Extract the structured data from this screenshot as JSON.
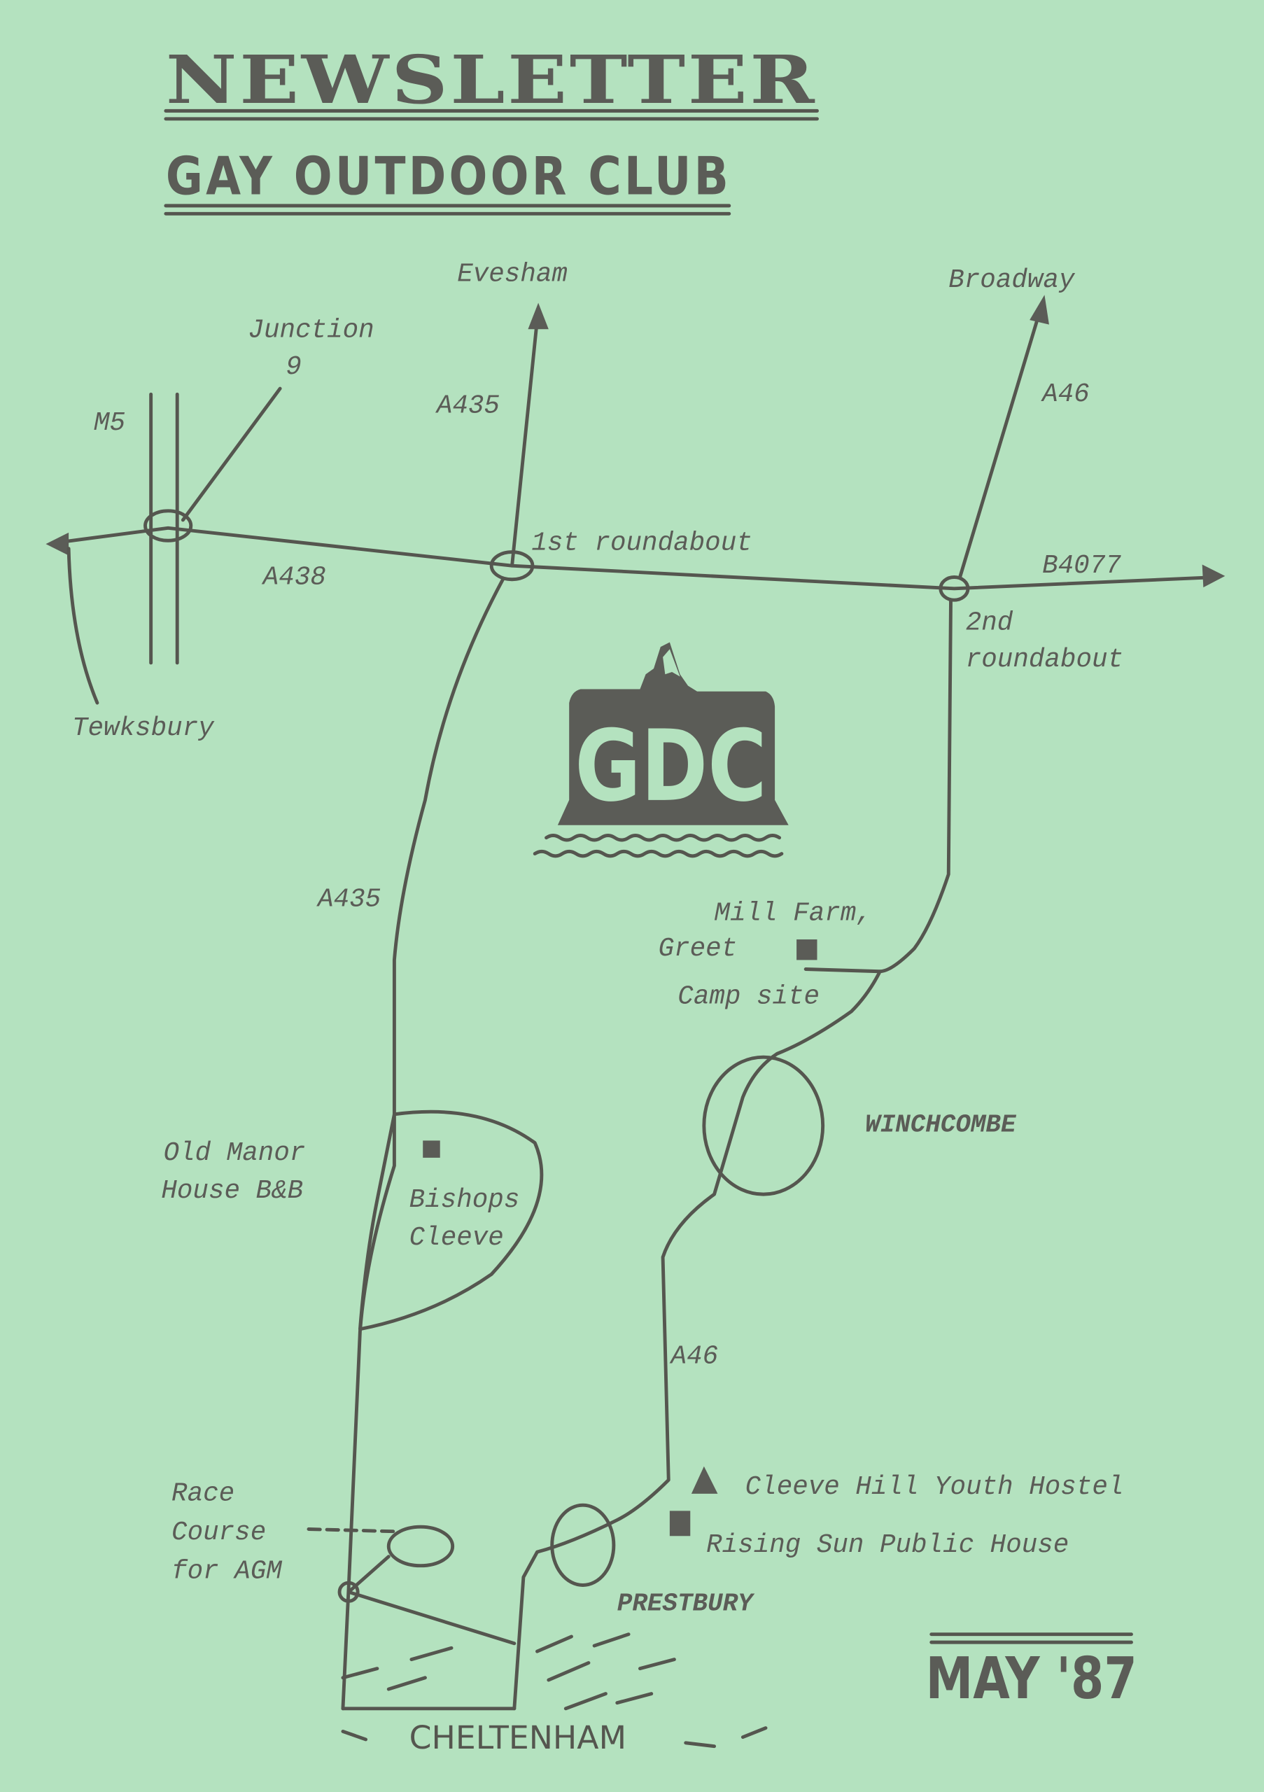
{
  "header": {
    "title": "NEWSLETTER",
    "subtitle": "GAY OUTDOOR CLUB"
  },
  "logo": {
    "text": "GDC"
  },
  "map": {
    "destinations": {
      "evesham": "Evesham",
      "broadway": "Broadway",
      "tewksbury": "Tewksbury"
    },
    "junction": {
      "line1": "Junction",
      "line2": "9"
    },
    "roads": {
      "m5": "M5",
      "a435_north": "A435",
      "a435_south": "A435",
      "a438": "A438",
      "a46_north": "A46",
      "a46_south": "A46",
      "b4077": "B4077"
    },
    "roundabouts": {
      "first": "1st roundabout",
      "second_line1": "2nd",
      "second_line2": "roundabout"
    },
    "places": {
      "mill_farm_line1": "Mill Farm,",
      "mill_farm_line2": "Greet",
      "mill_farm_line3": "Camp site",
      "winchcombe": "WINCHCOMBE",
      "old_manor_line1": "Old Manor",
      "old_manor_line2": "House B&B",
      "bishops_line1": "Bishops",
      "bishops_line2": "Cleeve",
      "youth_hostel": "Cleeve Hill Youth Hostel",
      "rising_sun": "Rising Sun Public House",
      "race_line1": "Race",
      "race_line2": "Course",
      "race_line3": "for AGM",
      "prestbury": "PRESTBURY",
      "cheltenham": "CHELTENHAM"
    }
  },
  "footer": {
    "date": "MAY '87"
  },
  "colors": {
    "paper": "#b4e2bf",
    "ink": "#5b5c57"
  }
}
